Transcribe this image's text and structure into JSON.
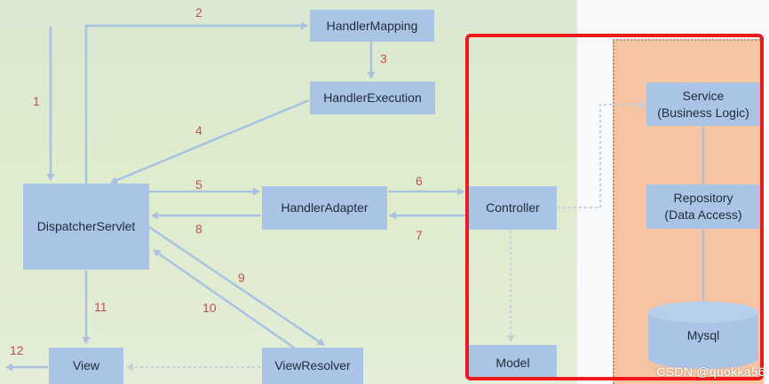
{
  "diagram": {
    "nodes": {
      "handler_mapping": "HandlerMapping",
      "handler_execution": "HandlerExecution",
      "dispatcher_servlet": "DispatcherServlet",
      "handler_adapter": "HandlerAdapter",
      "view_resolver": "ViewResolver",
      "view": "View",
      "controller": "Controller",
      "model": "Model",
      "service_line1": "Service",
      "service_line2": "(Business Logic)",
      "repository_line1": "Repository",
      "repository_line2": "(Data Access)",
      "mysql": "Mysql"
    },
    "steps": [
      "1",
      "2",
      "3",
      "4",
      "5",
      "6",
      "7",
      "8",
      "9",
      "10",
      "11",
      "12"
    ]
  },
  "watermark": "CSDN @quokka56",
  "colors": {
    "box": "#aac4e6",
    "step_number": "#c0504d",
    "highlight_frame": "#f01818",
    "service_layer_bg": "#f6c3a3"
  }
}
